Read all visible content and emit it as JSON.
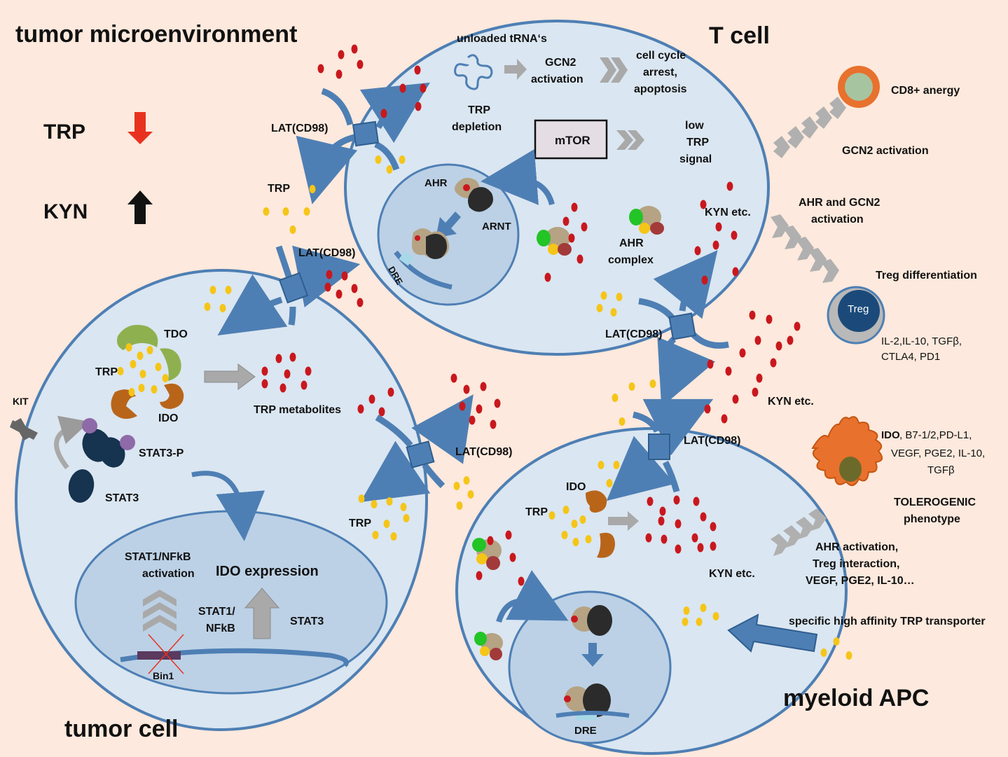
{
  "titles": {
    "microenvironment": "tumor microenvironment",
    "t_cell": "T cell",
    "tumor_cell": "tumor cell",
    "myeloid_apc": "myeloid APC"
  },
  "legend": {
    "trp": "TRP",
    "kyn": "KYN",
    "trp_arrow_color": "#e8321f",
    "kyn_arrow_color": "#111111"
  },
  "t_cell": {
    "unloaded_trna": "unloaded tRNA‘s",
    "gcn2_line1": "GCN2",
    "gcn2_line2": "activation",
    "arrest_line1": "cell cycle",
    "arrest_line2": "arrest,",
    "arrest_line3": "apoptosis",
    "trp_depletion_line1": "TRP",
    "trp_depletion_line2": "depletion",
    "mtor": "mTOR",
    "low_trp_line1": "low",
    "low_trp_line2": "TRP",
    "low_trp_line3": "signal",
    "ahr": "AHR",
    "arnt": "ARNT",
    "dre": "DRE",
    "kyn_etc": "KYN etc.",
    "ahr_complex_line1": "AHR",
    "ahr_complex_line2": "complex"
  },
  "transport": {
    "lat_top": "LAT(CD98)",
    "lat_mid": "LAT(CD98)",
    "lat_tcell_bottom": "LAT(CD98)",
    "lat_tumor_right": "LAT(CD98)",
    "lat_apc_top": "LAT(CD98)",
    "trp_outside": "TRP",
    "kyn_outside": "KYN etc.",
    "specific_transporter": "specific high affinity TRP transporter"
  },
  "tumor_cell": {
    "tdo": "TDO",
    "trp": "TRP",
    "ido": "IDO",
    "trp_metabolites": "TRP metabolites",
    "kit": "KIT",
    "stat3_p": "STAT3-P",
    "stat3": "STAT3",
    "stat1_nfkb_activation_line1": "STAT1/NFkB",
    "stat1_nfkb_activation_line2": "activation",
    "ido_expression": "IDO expression",
    "stat1_nfkb_line1": "STAT1/",
    "stat1_nfkb_line2": "NFkB",
    "stat3_nuc": "STAT3",
    "bin1": "Bin1",
    "trp_right": "TRP"
  },
  "apc": {
    "ido": "IDO",
    "trp": "TRP",
    "kyn_etc": "KYN etc.",
    "dre": "DRE"
  },
  "right_panel": {
    "cd8_anergy": "CD8+ anergy",
    "gcn2_activation": "GCN2 activation",
    "ahr_gcn2_line1": "AHR and GCN2",
    "ahr_gcn2_line2": "activation",
    "treg_differentiation": "Treg differentiation",
    "treg": "Treg",
    "treg_cytokines_line1": "IL-2,IL-10, TGFβ,",
    "treg_cytokines_line2": "CTLA4, PD1",
    "dc_markers_bold": "IDO",
    "dc_markers_line1": ", B7-1/2,PD-L1,",
    "dc_markers_line2": "VEGF, PGE2, IL-10,",
    "dc_markers_line3": "TGFβ",
    "tolerogenic_line1": "TOLEROGENIC",
    "tolerogenic_line2": "phenotype",
    "apc_effects_line1": "AHR activation,",
    "apc_effects_line2": "Treg interaction,",
    "apc_effects_line3": "VEGF, PGE2, IL-10…"
  }
}
